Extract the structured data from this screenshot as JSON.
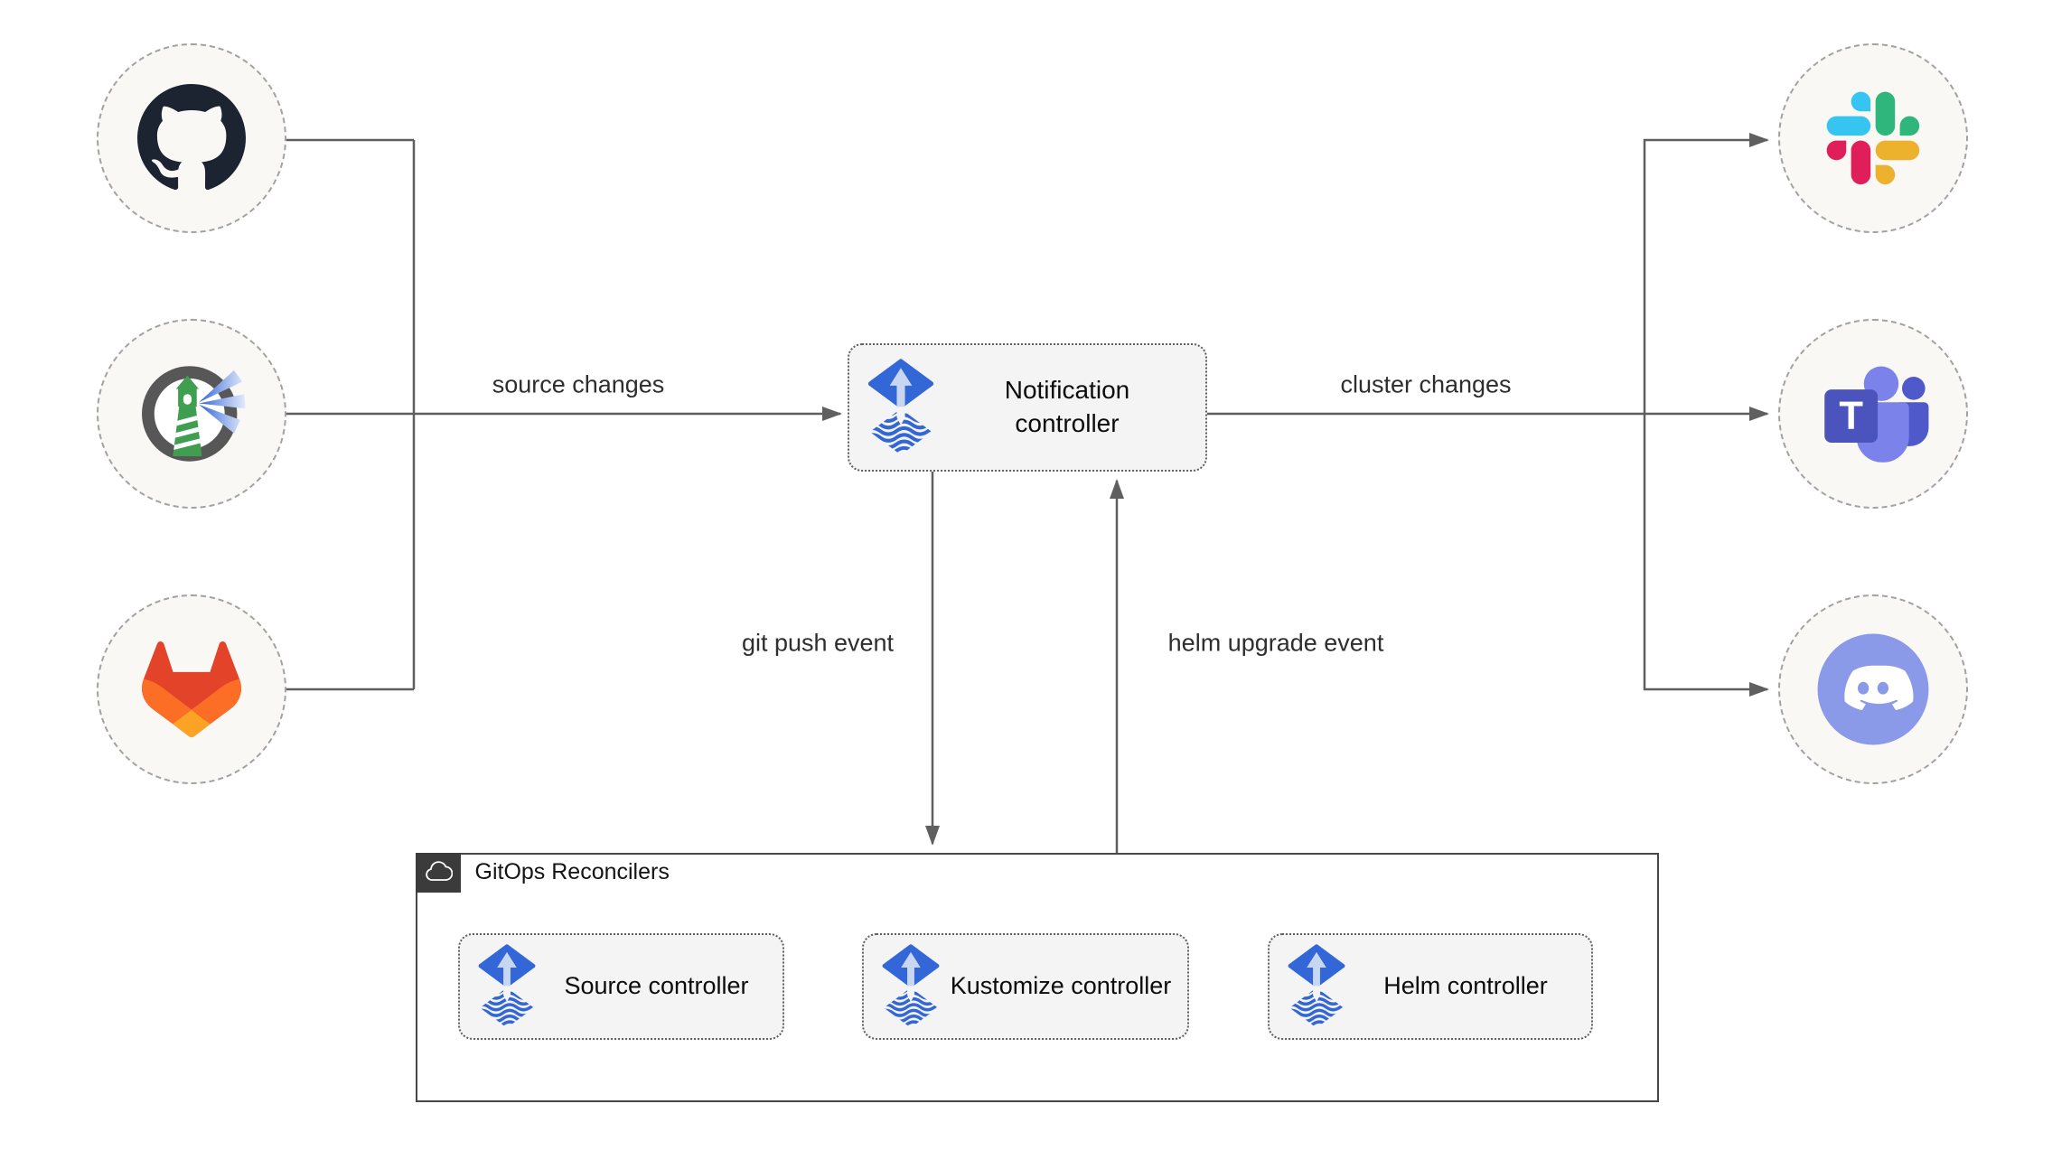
{
  "group": {
    "title": "GitOps Reconcilers"
  },
  "nodes": {
    "notification_controller": "Notification controller",
    "source_controller": "Source controller",
    "kustomize_controller": "Kustomize controller",
    "helm_controller": "Helm controller"
  },
  "edge_labels": {
    "source_changes": "source changes",
    "cluster_changes": "cluster changes",
    "git_push_event": "git push event",
    "helm_upgrade_event": "helm upgrade event"
  },
  "sources": [
    "github-icon",
    "harbor-icon",
    "gitlab-icon"
  ],
  "targets": [
    "slack-icon",
    "teams-icon",
    "discord-icon"
  ],
  "colors": {
    "flux_blue": "#3366d6",
    "flux_arrow_pale": "#c9d6f1",
    "line_gray": "#5f5f5f",
    "box_bg": "#f4f4f4",
    "circle_bg": "#f9f8f5",
    "badge_bg": "#3b3b3b",
    "github": "#1b2430",
    "harbor_green": "#3f9e4f",
    "gitlab": [
      "#e24329",
      "#fc6d26",
      "#fca326"
    ],
    "slack": [
      "#36c5f0",
      "#2eb67d",
      "#ecb22e",
      "#e01e5a"
    ],
    "teams": [
      "#5059c9",
      "#7b83eb",
      "#4b53bc"
    ],
    "discord": "#8a99e8"
  }
}
